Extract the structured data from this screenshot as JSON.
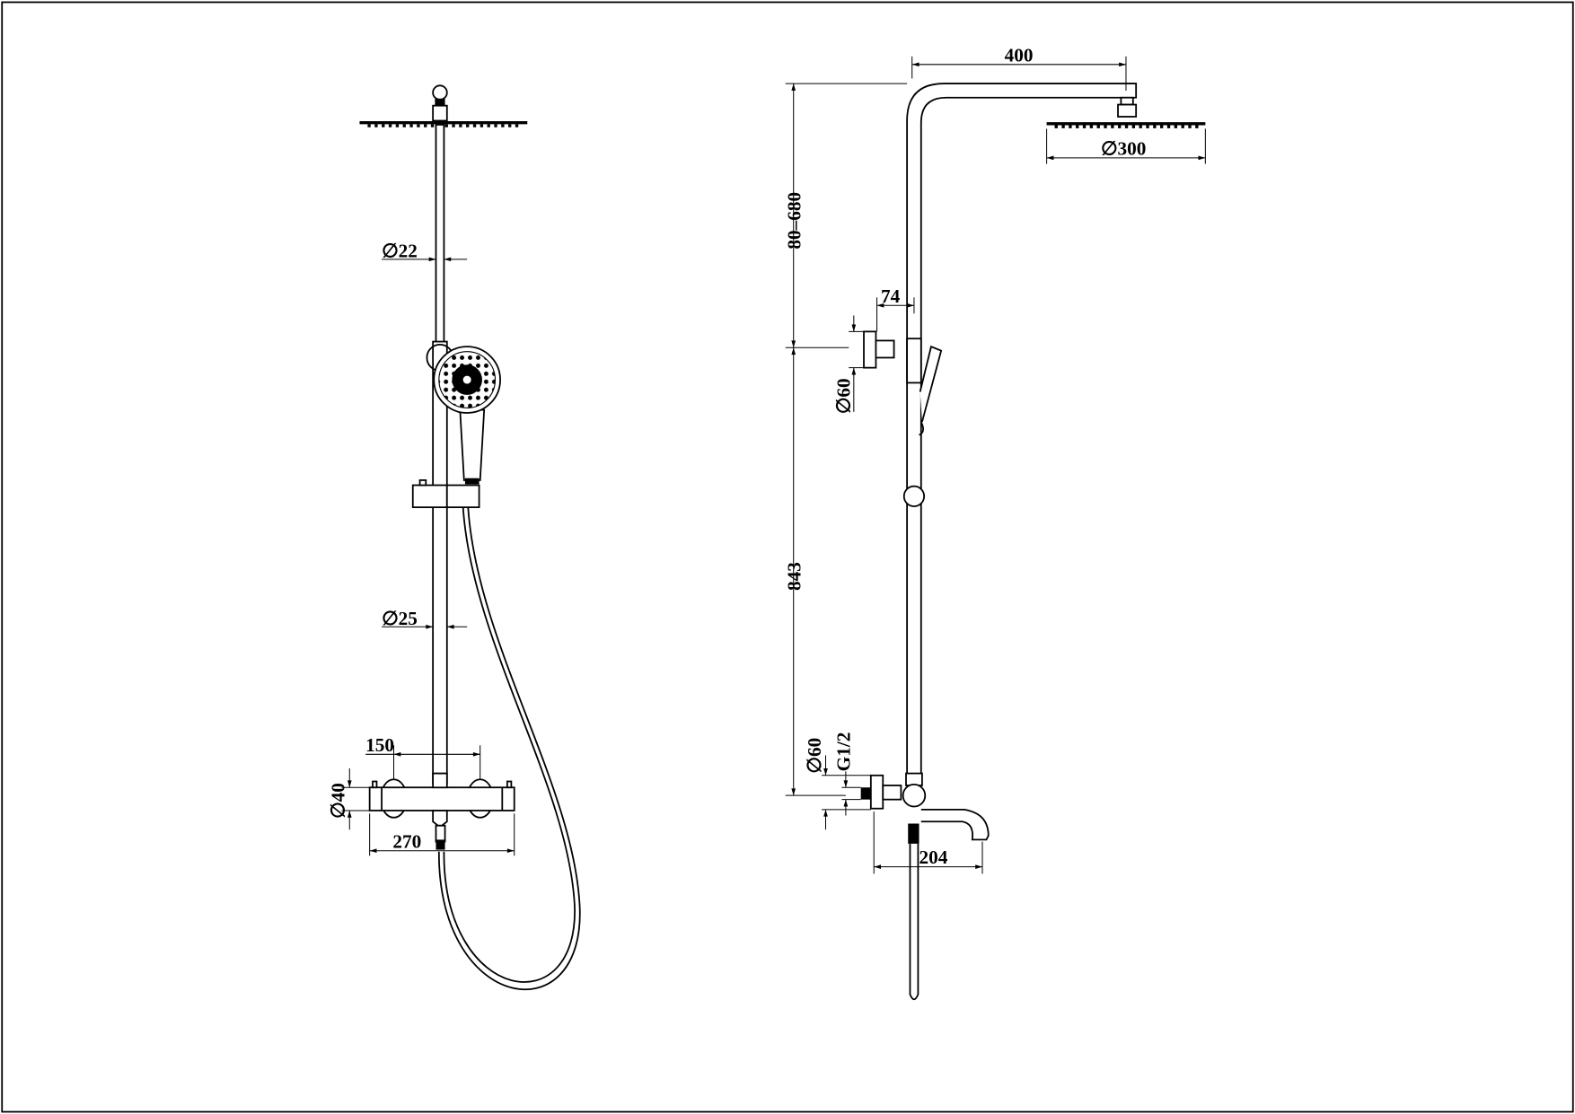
{
  "diagram": {
    "title": "Shower column technical drawing",
    "front_view": {
      "dimensions": {
        "upper_pipe_diameter": "∅22",
        "lower_pipe_diameter": "∅25",
        "inlet_spacing": "150",
        "mixer_diameter": "∅40",
        "mixer_width": "270"
      }
    },
    "side_view": {
      "dimensions": {
        "arm_reach": "400",
        "head_diameter": "∅300",
        "adjustable_height": "80–680",
        "bracket_offset": "74",
        "bracket_diameter": "∅60",
        "column_height": "843",
        "wall_flange_diameter": "∅60",
        "thread": "G1/2",
        "spout_projection": "204"
      }
    }
  }
}
